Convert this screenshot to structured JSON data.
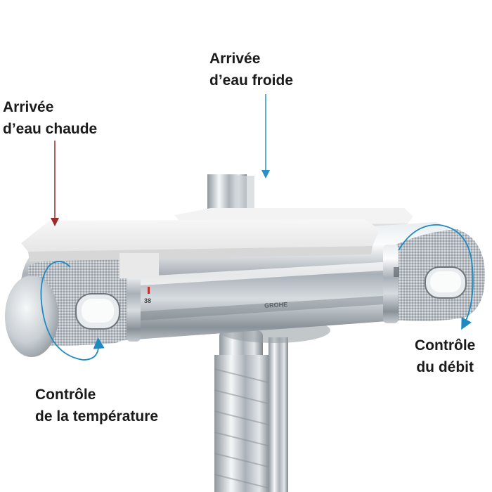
{
  "labels": {
    "cold_water_inlet": [
      "Arrivée",
      "d’eau froide"
    ],
    "hot_water_inlet": [
      "Arrivée",
      "d’eau chaude"
    ],
    "flow_control": [
      "Contrôle",
      "du débit"
    ],
    "temperature_control": [
      "Contrôle",
      "de la température"
    ]
  },
  "device": {
    "brand": "GROHE",
    "dial_marking": "38"
  },
  "colors": {
    "hot_arrow": "#9b2a2a",
    "cold_arrow": "#2a8fc4",
    "rotation_arrow": "#1e8ac0",
    "shelf": "#f1f1f1",
    "chrome": "#c9ced3"
  }
}
